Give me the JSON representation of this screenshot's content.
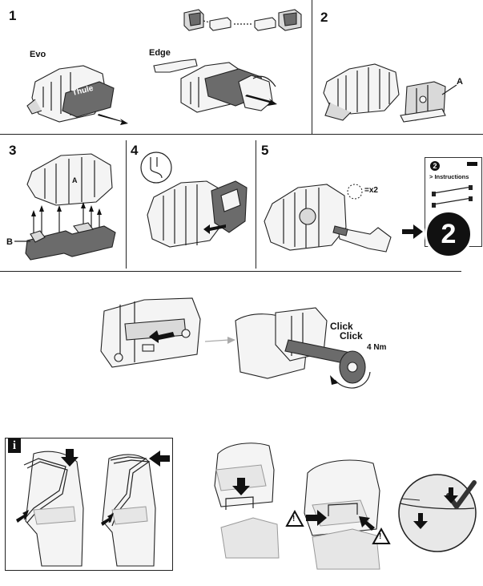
{
  "steps": {
    "s1": "1",
    "s2": "2",
    "s3": "3",
    "s4": "4",
    "s5": "5"
  },
  "labels": {
    "evo": "Evo",
    "edge": "Edge",
    "brand": "Thule",
    "part_a": "A",
    "part_a_small": "A",
    "part_b": "B",
    "screw_count": "=x2",
    "click1": "Click",
    "click2": "Click",
    "torque": "4 Nm",
    "info": "i"
  },
  "reference": {
    "badge": "2",
    "title": "> Instructions",
    "big_badge": "2"
  }
}
